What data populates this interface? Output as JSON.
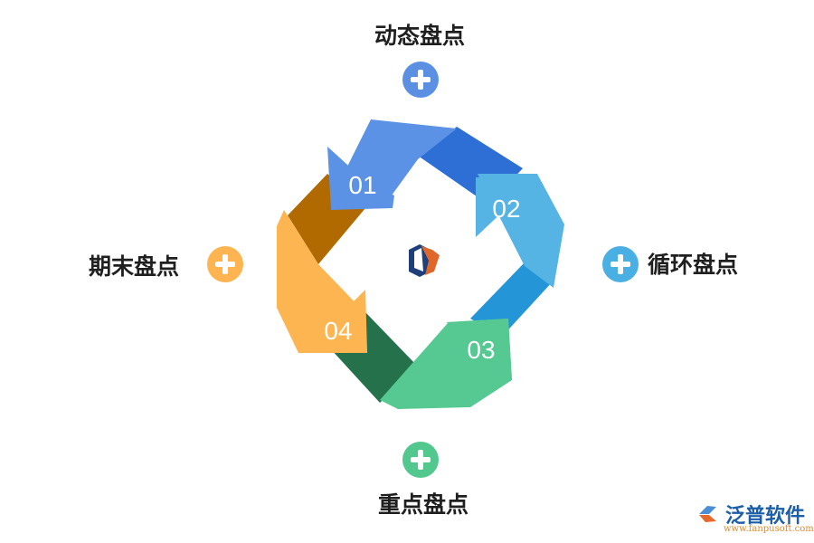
{
  "items": [
    {
      "number": "01",
      "label": "动态盘点",
      "color": "#4f8ae0"
    },
    {
      "number": "02",
      "label": "循环盘点",
      "color": "#4ab1e3"
    },
    {
      "number": "03",
      "label": "重点盘点",
      "color": "#52c88f"
    },
    {
      "number": "04",
      "label": "期末盘点",
      "color": "#fdb451"
    }
  ],
  "center_icon": "hexagon-logo-icon",
  "brand": {
    "name": "泛普软件",
    "url": "www.fanpusoft.com"
  }
}
